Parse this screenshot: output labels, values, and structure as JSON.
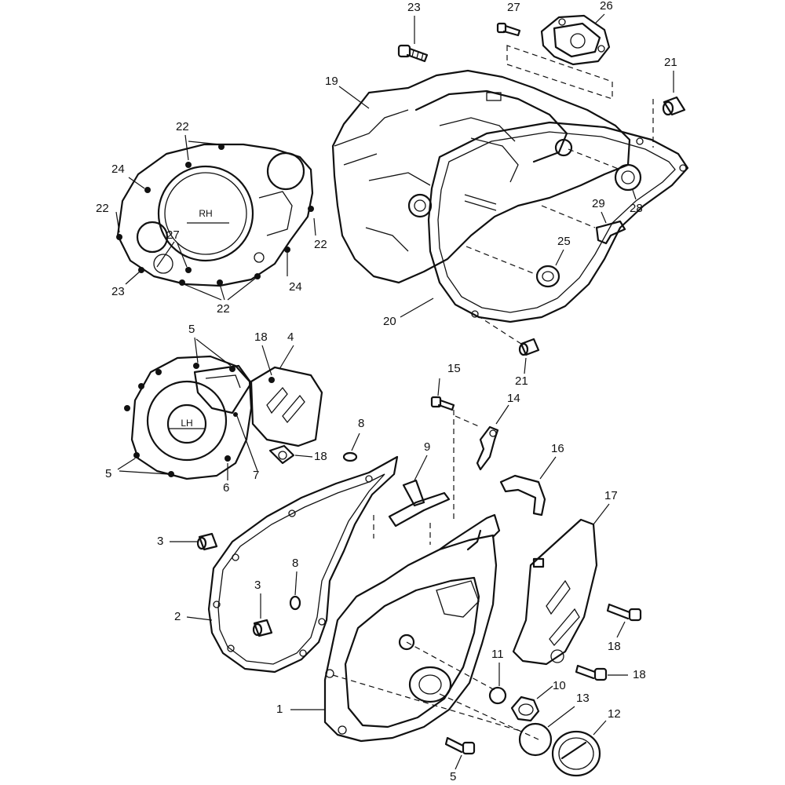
{
  "labels": {
    "top_23": "23",
    "top_27": "27",
    "top_26": "26",
    "top_21a": "21",
    "c19": "19",
    "c20": "20",
    "c21b": "21",
    "c25": "25",
    "c28": "28",
    "c29": "29",
    "rh_22a": "22",
    "rh_24a": "24",
    "rh_22b": "22",
    "rh_22c": "22",
    "rh_27": "27",
    "rh_23": "23",
    "rh_24b": "24",
    "rh_22d": "22",
    "lh_5a": "5",
    "lh_18": "18",
    "lh_4": "4",
    "lh_5b": "5",
    "lh_6": "6",
    "lh_7": "7",
    "lh_18b": "18",
    "p15": "15",
    "p14": "14",
    "p8a": "8",
    "p9": "9",
    "p16": "16",
    "p17": "17",
    "p3a": "3",
    "p8b": "8",
    "p3b": "3",
    "p2": "2",
    "p18c": "18",
    "p11": "11",
    "p10": "10",
    "p18d": "18",
    "p1": "1",
    "p13": "13",
    "p12": "12",
    "p5": "5"
  },
  "stamps": {
    "rh_cover": "RH",
    "lh_cover": "LH"
  }
}
